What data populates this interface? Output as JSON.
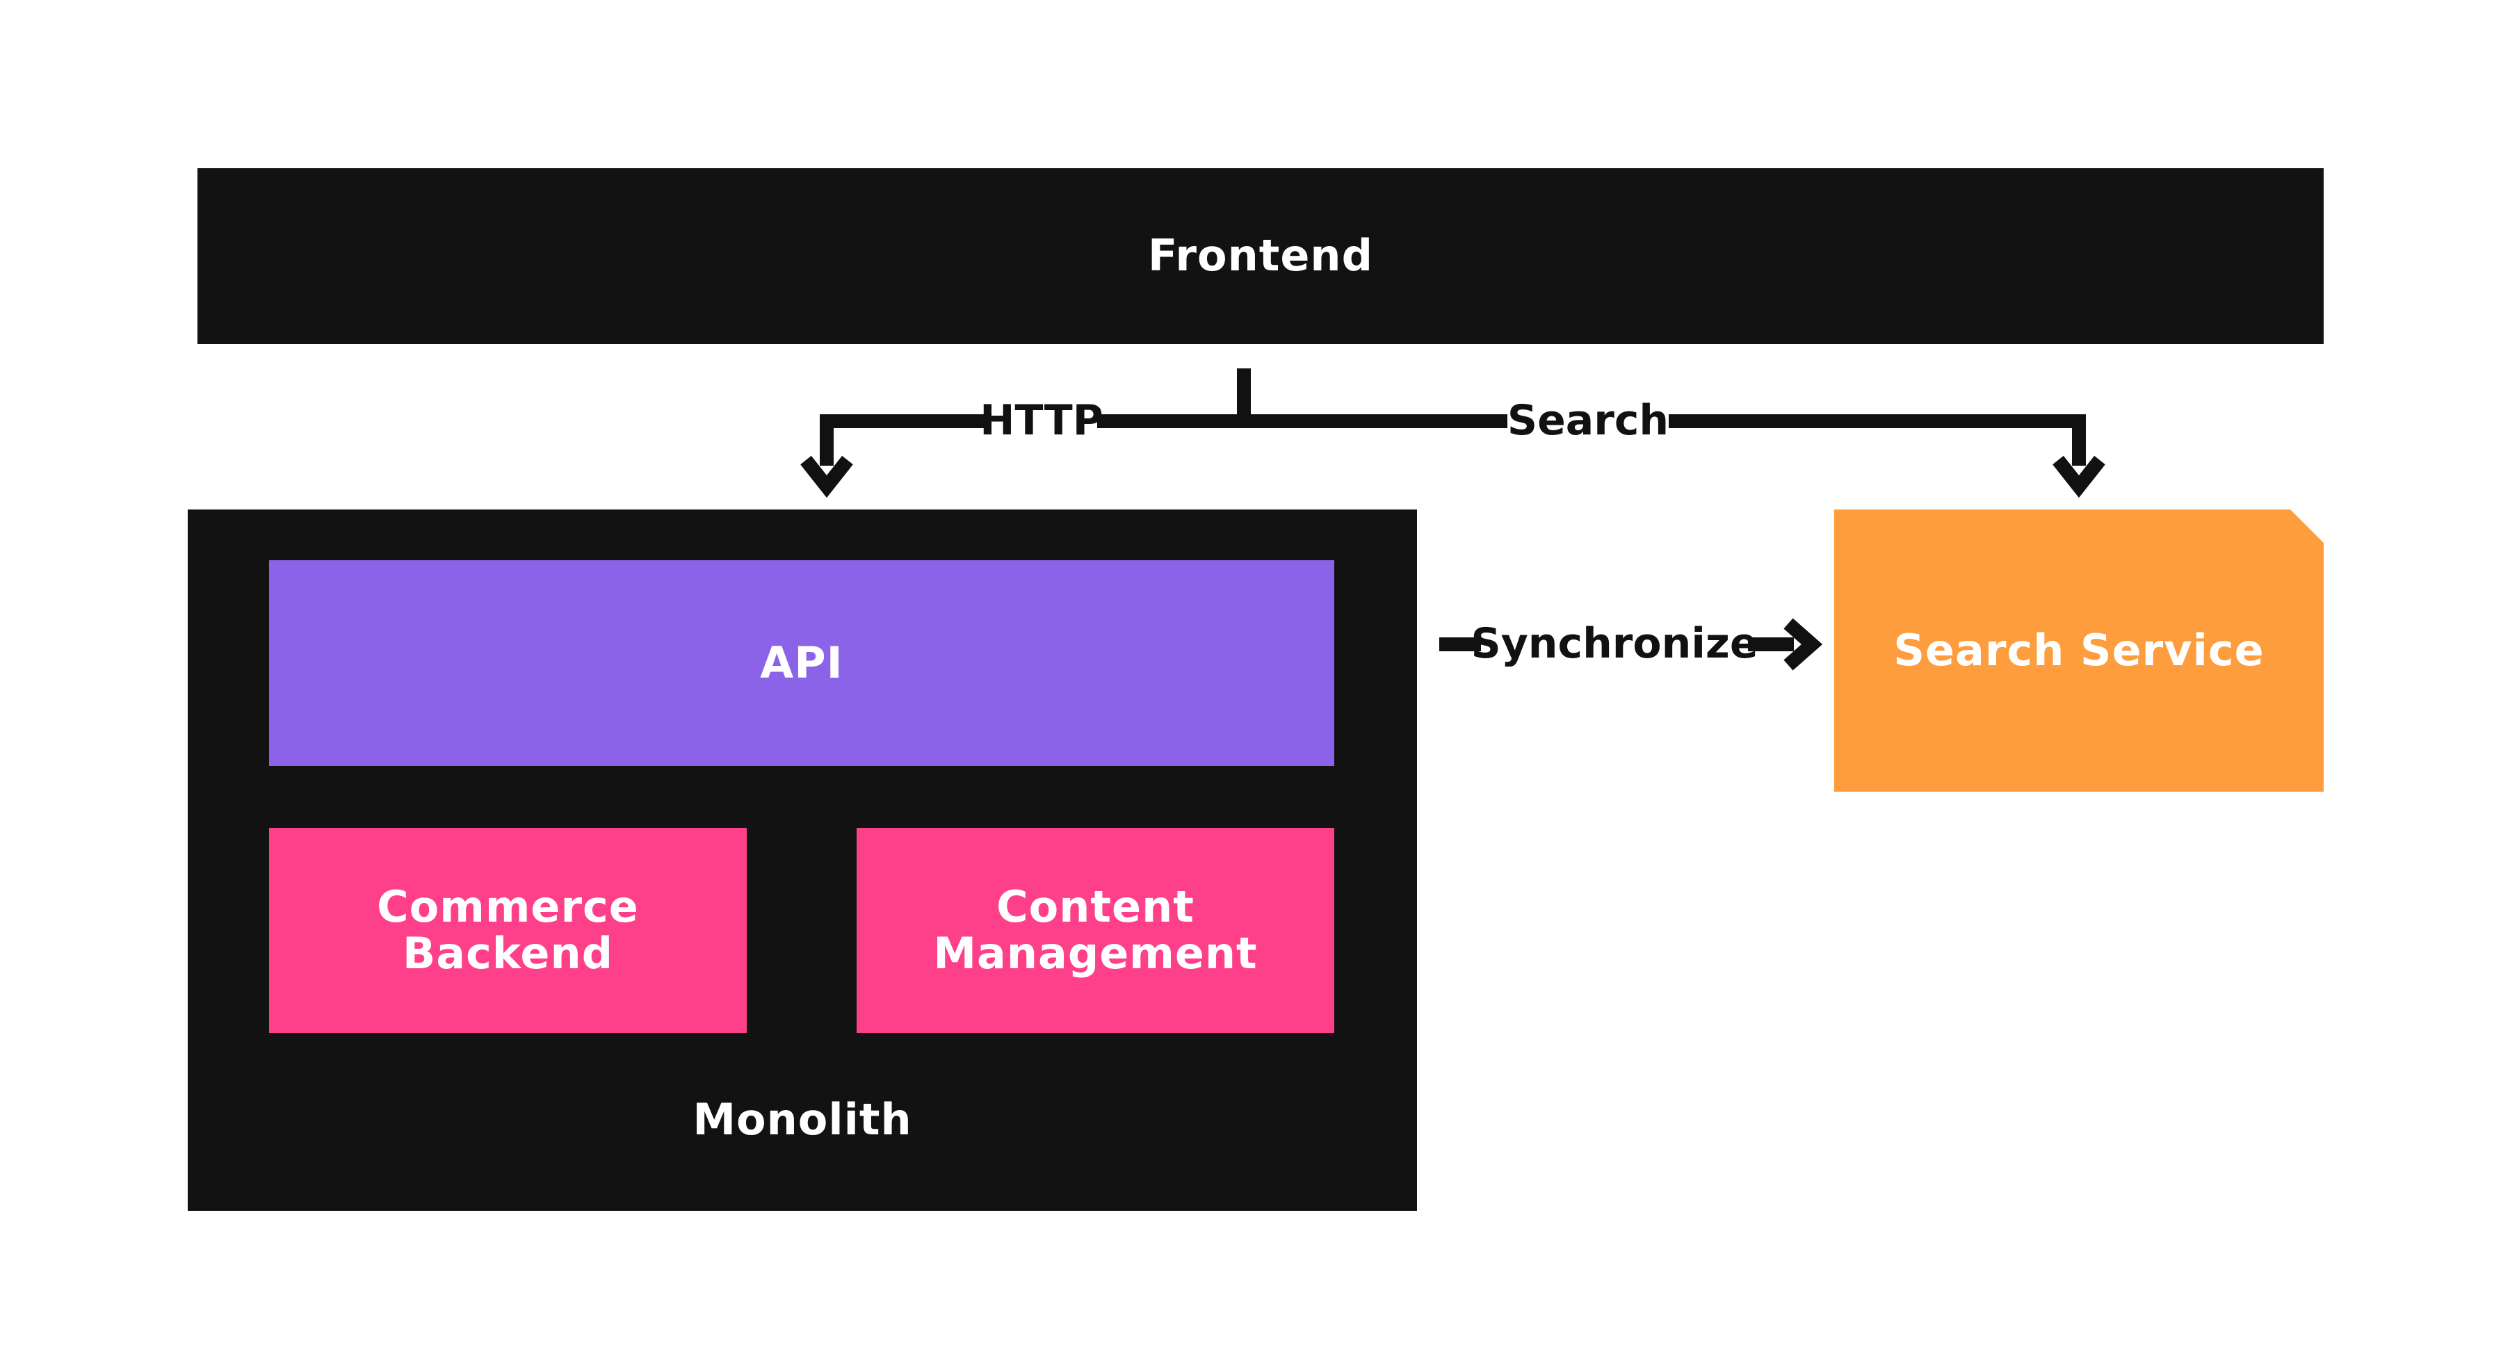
{
  "colors": {
    "background": "#ffffff",
    "container": "#121212",
    "api": "#8b63e8",
    "modules": "#fe3f89",
    "search_service": "#fd9d3d",
    "edge": "#111111",
    "label_text": "#ffffff"
  },
  "nodes": {
    "frontend": {
      "label": "Frontend"
    },
    "monolith": {
      "label": "Monolith"
    },
    "api": {
      "label": "API"
    },
    "commerce_backend": {
      "label": "Commerce\nBackend"
    },
    "content_management": {
      "label": "Content\nManagement"
    },
    "search_service": {
      "label": "Search Service"
    }
  },
  "edges": {
    "http": {
      "from": "Frontend",
      "to": "API",
      "label": "HTTP"
    },
    "search": {
      "from": "Frontend",
      "to": "Search Service",
      "label": "Search"
    },
    "synchronize": {
      "from": "Monolith",
      "to": "Search Service",
      "label": "Synchronize"
    }
  }
}
